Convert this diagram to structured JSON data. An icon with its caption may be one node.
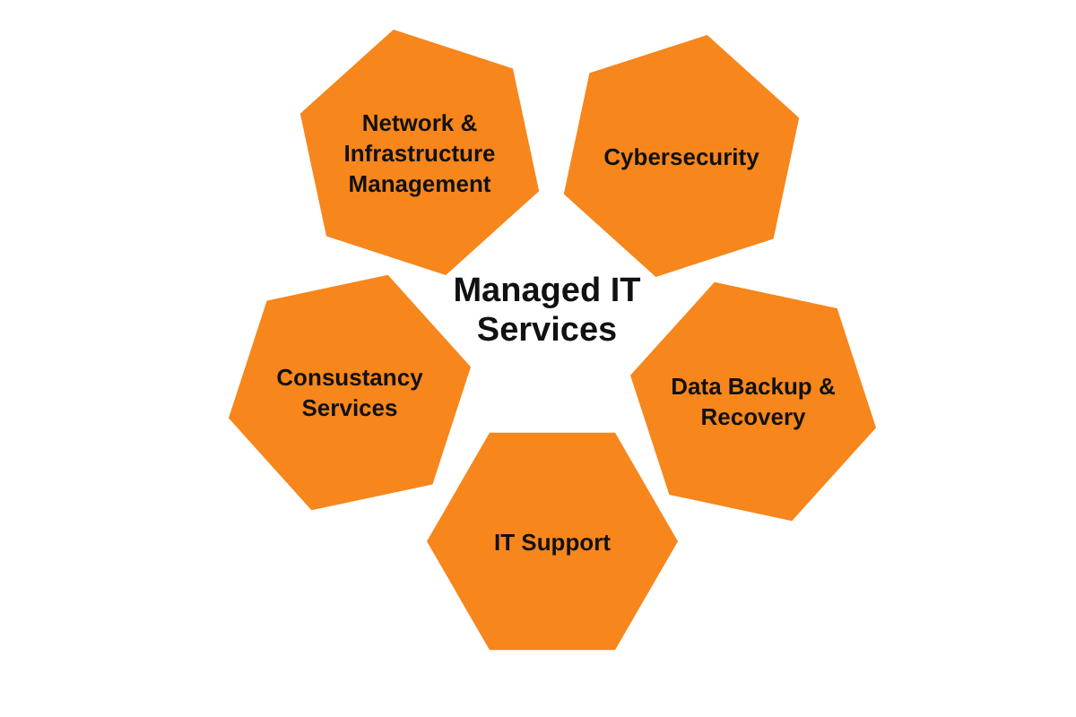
{
  "diagram": {
    "nodes": [
      {
        "text": [
          "Network & Infrastructure Management"
        ]
      },
      {
        "text": [
          "Cybersecurity"
        ]
      },
      {
        "text": [
          "Consustancy Services"
        ]
      },
      {
        "text": [
          "Data Backup & Recovery"
        ]
      },
      {
        "text": [
          "IT Support"
        ]
      }
    ],
    "labels": [
      "Managed IT Services"
    ]
  }
}
